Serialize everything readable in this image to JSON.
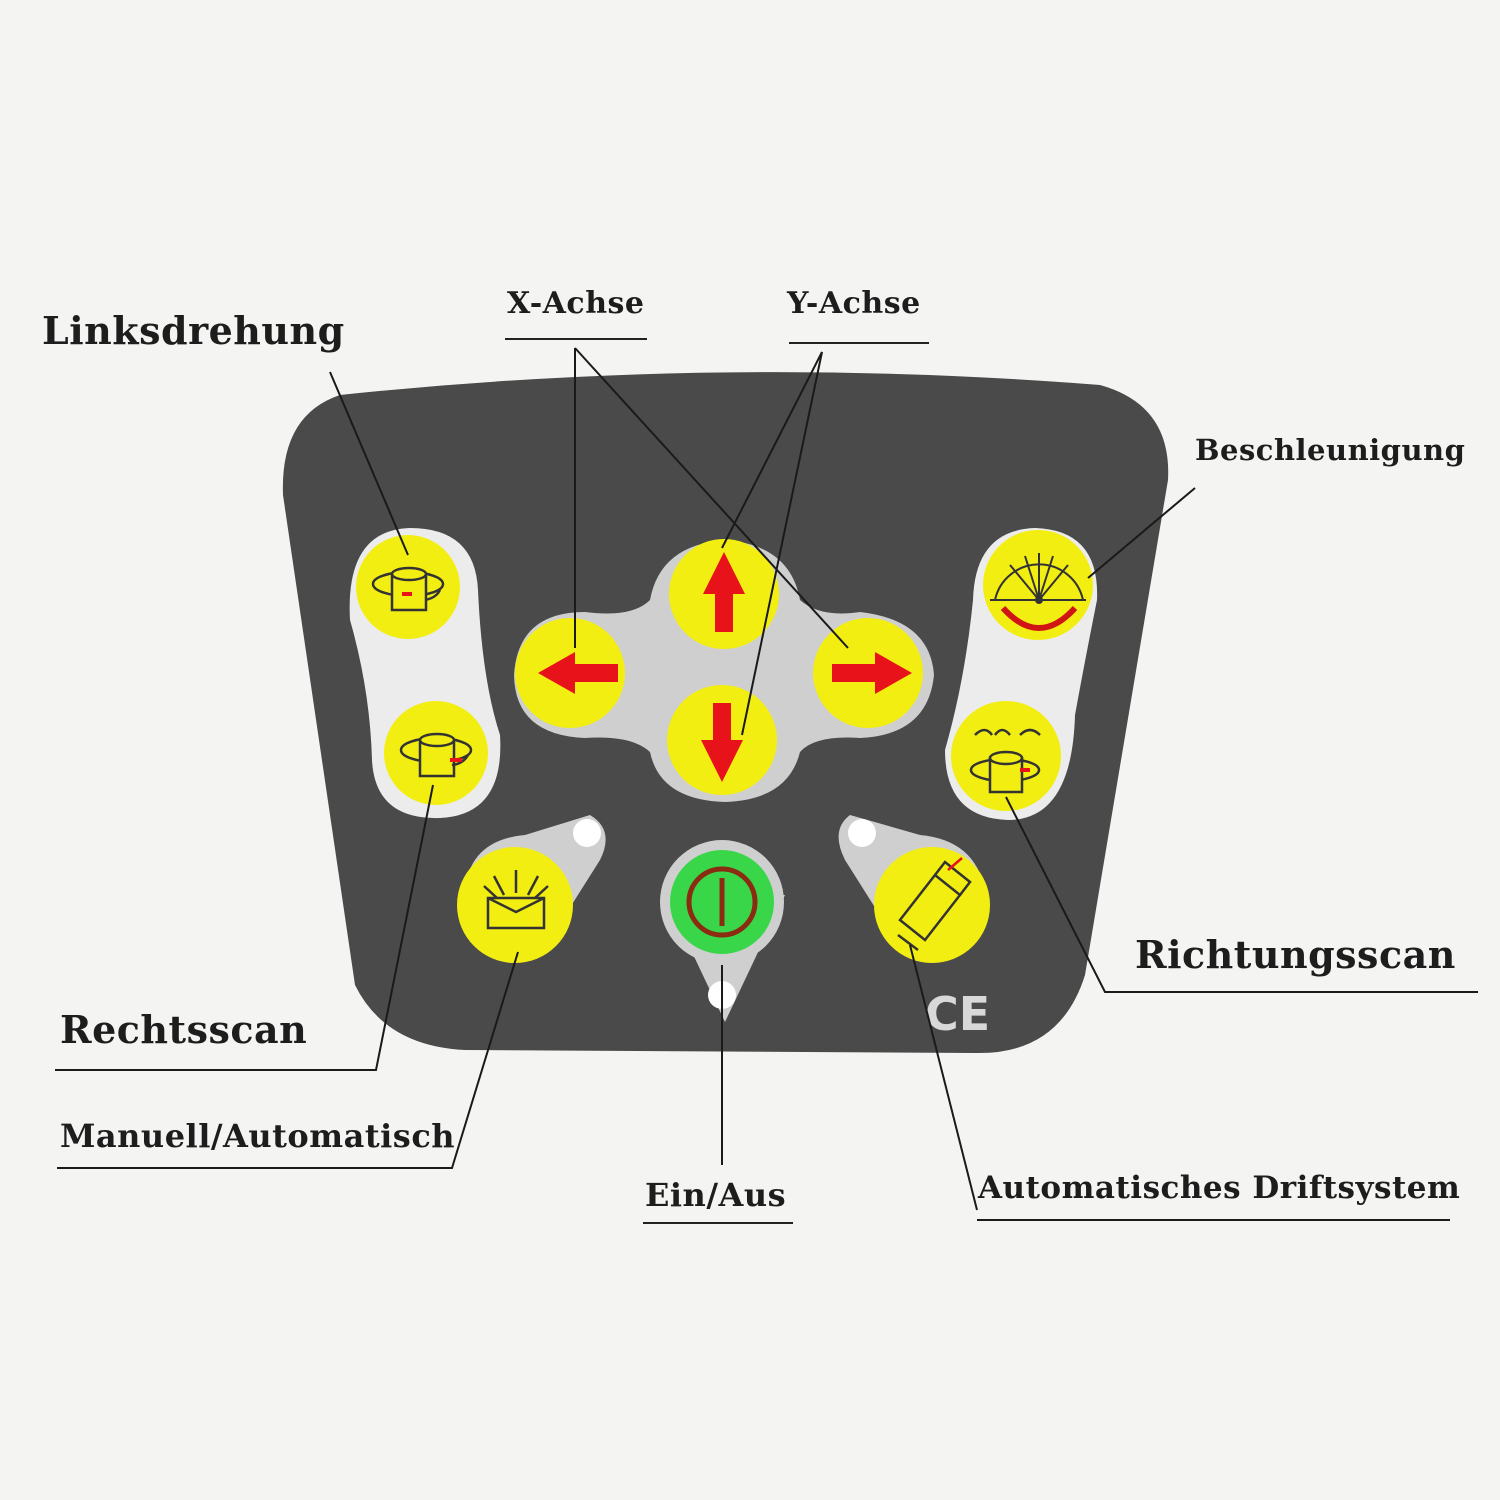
{
  "labels": {
    "linksdrehung": "Linksdrehung",
    "x_achse": "X-Achse",
    "y_achse": "Y-Achse",
    "beschleunigung": "Beschleunigung",
    "richtungsscan": "Richtungsscan",
    "rechtsscan": "Rechtsscan",
    "manuell_automatisch": "Manuell/Automatisch",
    "ein_aus": "Ein/Aus",
    "automatisches_driftsystem": "Automatisches Driftsystem"
  },
  "panel": {
    "ce_mark": "CE"
  },
  "colors": {
    "panel": "#4a4a4a",
    "button_yellow": "#f3ee12",
    "arrow_red": "#e8121a",
    "power_green": "#39d64a",
    "power_ring": "#8b2b12",
    "pad_grey": "#cfcfcf"
  },
  "icons": {
    "rotate_left": "rotate-left-icon",
    "rotate_right": "rotate-right-icon",
    "arrow_up": "arrow-up-icon",
    "arrow_down": "arrow-down-icon",
    "arrow_left": "arrow-left-icon",
    "arrow_right": "arrow-right-icon",
    "speed": "speed-gauge-icon",
    "scan": "scan-icon",
    "manual_auto": "manual-auto-icon",
    "power": "power-icon",
    "drift": "drift-system-icon"
  }
}
